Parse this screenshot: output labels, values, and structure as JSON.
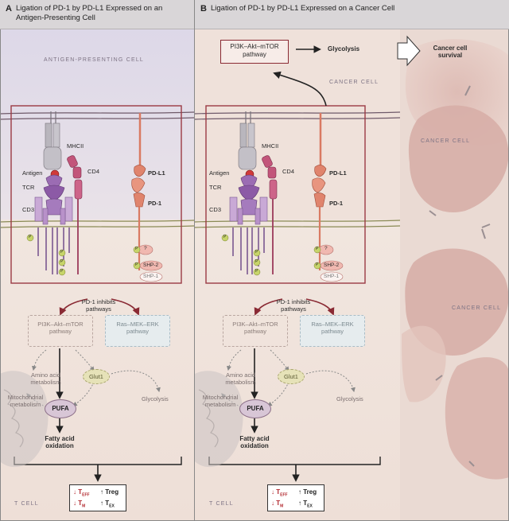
{
  "panelA": {
    "letter": "A",
    "title": "Ligation of PD-1 by PD-L1 Expressed on an Antigen-Presenting Cell",
    "cell_label": "ANTIGEN-PRESENTING CELL",
    "tcell_label": "T CELL"
  },
  "panelB": {
    "letter": "B",
    "title": "Ligation of PD-1 by PD-L1 Expressed on a Cancer Cell",
    "cell_label": "CANCER CELL",
    "tcell_label": "T CELL",
    "pi3k_top": "PI3K–Akt–mTOR pathway",
    "glycolysis_top": "Glycolysis",
    "survival": "Cancer cell survival",
    "cancer_cell_1": "CANCER CELL",
    "cancer_cell_2": "CANCER CELL"
  },
  "molecules": {
    "mhcii": "MHCII",
    "antigen": "Antigen",
    "cd4": "CD4",
    "tcr": "TCR",
    "cd3": "CD3",
    "pdl1": "PD-L1",
    "pd1": "PD-1",
    "q": "?",
    "shp2": "SHP-2",
    "shp1": "SHP-1",
    "p": "P"
  },
  "pathways": {
    "inhibits": "PD-1 inhibits pathways",
    "pi3k": "PI3K–Akt–mTOR pathway",
    "ras": "Ras–MEK–ERK pathway",
    "amino": "Amino acid metabolism",
    "glut1": "Glut1",
    "mito": "Mitochondrial metabolism",
    "pufa": "PUFA",
    "glycolysis": "Glycolysis",
    "fatty": "Fatty acid oxidation"
  },
  "legend": {
    "down": "↓",
    "up": "↑",
    "t": "T",
    "eff": "EFF",
    "m": "M",
    "treg": "Treg",
    "ex": "EX"
  },
  "colors": {
    "box_border": "#9b3a44",
    "arrow_red": "#8a2a34",
    "pd1": "#e0846d",
    "tcr": "#9b6cb3",
    "mhcii": "#b9b6bd",
    "cd4": "#c2557a",
    "p_ball": "#c7d46a"
  }
}
